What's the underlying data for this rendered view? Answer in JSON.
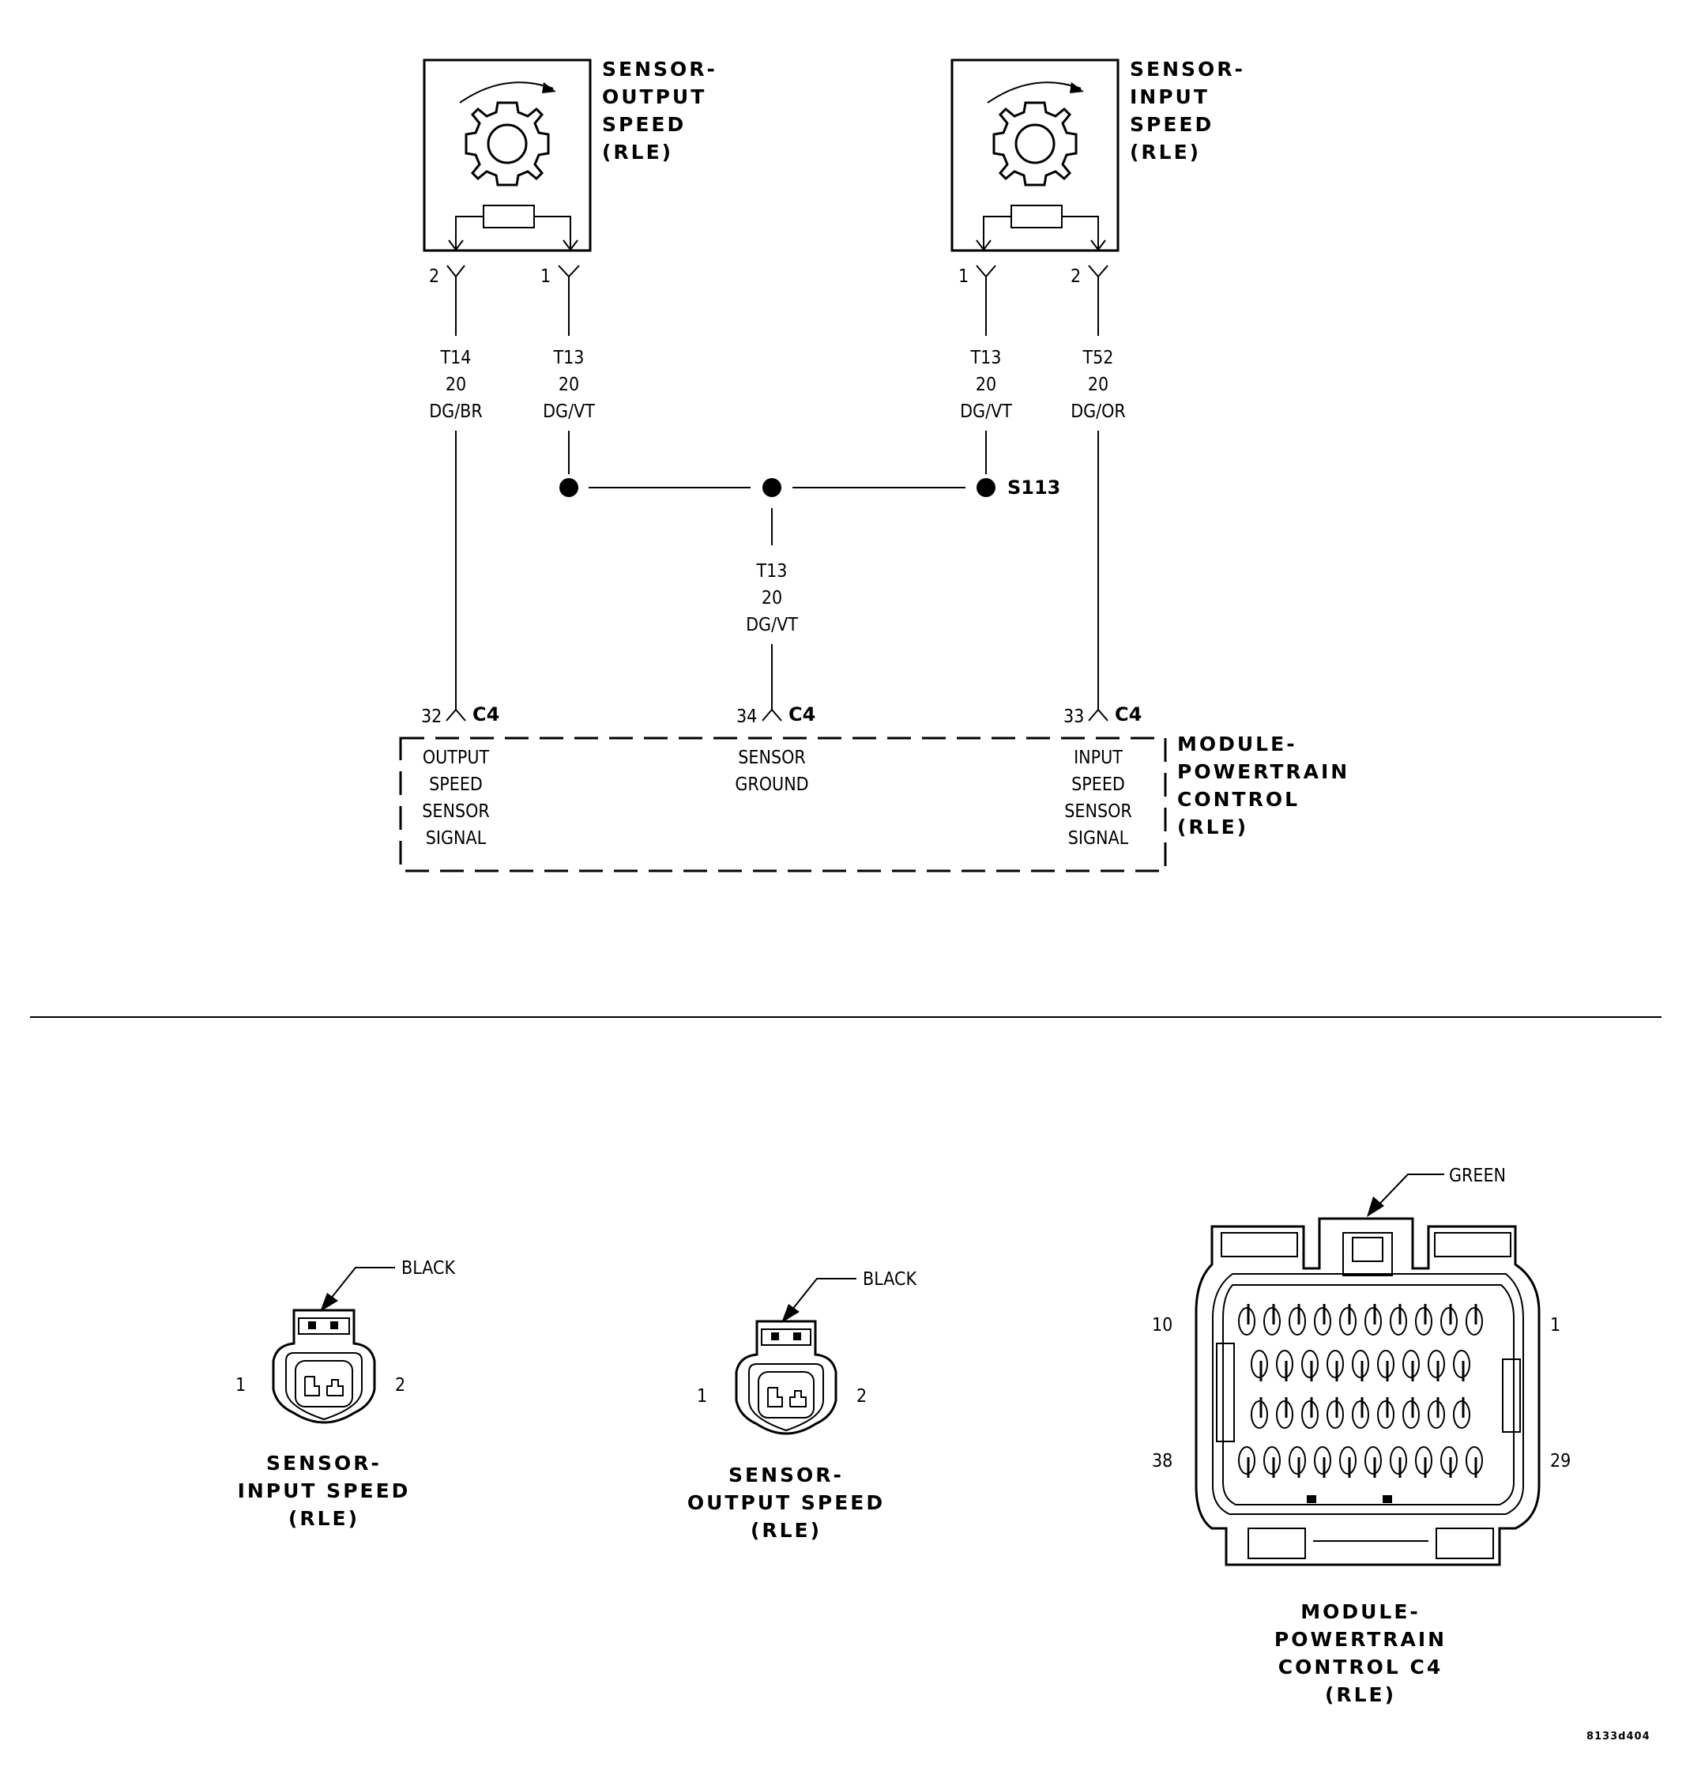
{
  "sensors": {
    "output": {
      "label": [
        "SENSOR-",
        "OUTPUT",
        "SPEED",
        "(RLE)"
      ],
      "pins": [
        "2",
        "1"
      ]
    },
    "input": {
      "label": [
        "SENSOR-",
        "INPUT",
        "SPEED",
        "(RLE)"
      ],
      "pins": [
        "1",
        "2"
      ]
    }
  },
  "wires": {
    "t14": [
      "T14",
      "20",
      "DG/BR"
    ],
    "t13_left": [
      "T13",
      "20",
      "DG/VT"
    ],
    "t13_right": [
      "T13",
      "20",
      "DG/VT"
    ],
    "t52": [
      "T52",
      "20",
      "DG/OR"
    ],
    "t13_center": [
      "T13",
      "20",
      "DG/VT"
    ]
  },
  "splice": {
    "label": "S113"
  },
  "pcm_pins": {
    "left": {
      "pin": "32",
      "connector": "C4",
      "function": [
        "OUTPUT",
        "SPEED",
        "SENSOR",
        "SIGNAL"
      ]
    },
    "center": {
      "pin": "34",
      "connector": "C4",
      "function": [
        "SENSOR",
        "GROUND"
      ]
    },
    "right": {
      "pin": "33",
      "connector": "C4",
      "function": [
        "INPUT",
        "SPEED",
        "SENSOR",
        "SIGNAL"
      ]
    }
  },
  "pcm_module": {
    "label": [
      "MODULE-",
      "POWERTRAIN",
      "CONTROL",
      "(RLE)"
    ]
  },
  "connector_views": {
    "input_speed": {
      "color": "BLACK",
      "pins": [
        "1",
        "2"
      ],
      "label": [
        "SENSOR-",
        "INPUT SPEED",
        "(RLE)"
      ]
    },
    "output_speed": {
      "color": "BLACK",
      "pins": [
        "1",
        "2"
      ],
      "label": [
        "SENSOR-",
        "OUTPUT SPEED",
        "(RLE)"
      ]
    },
    "pcm_c4": {
      "color": "GREEN",
      "pins": [
        "10",
        "1",
        "38",
        "29"
      ],
      "label": [
        "MODULE-",
        "POWERTRAIN",
        "CONTROL C4",
        "(RLE)"
      ]
    }
  },
  "figure_id": "8133d404"
}
